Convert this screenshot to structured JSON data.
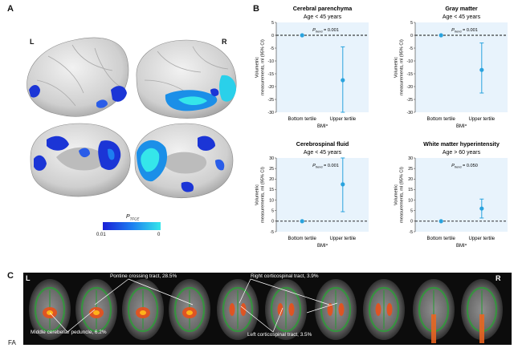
{
  "panel_a": {
    "letter": "A",
    "left_label": "L",
    "right_label": "R",
    "colorbar": {
      "title": "P",
      "title_sub": "TFCE",
      "min_label": "0.01",
      "max_label": "0",
      "color_low": "#1a1fd6",
      "color_high": "#35e6ea"
    }
  },
  "panel_b": {
    "letter": "B"
  },
  "panel_c": {
    "letter": "C",
    "left_label": "L",
    "right_label": "R",
    "fa_label": "FA",
    "tracts": [
      {
        "label": "Pontine crossing tract, 28.5%"
      },
      {
        "label": "Right corticospinal tract,   3.9%"
      },
      {
        "label": "Middle cerebellar peduncle, 6.2%"
      },
      {
        "label": "Left corticospinal tract,   3.5%"
      }
    ]
  },
  "colors": {
    "plot_bg": "#e8f3fc",
    "series": "#2aa3de",
    "reference": "#111111"
  },
  "chart_data": [
    {
      "type": "scatter",
      "title": "Cerebral parenchyma",
      "subtitle": "Age < 45 years",
      "ylabel": "Volumetric measurements, ml (95% CI)",
      "xlabel": "BMI",
      "xlabel_sub": "a",
      "categories": [
        "Bottom tertile",
        "Upper tertile"
      ],
      "estimates": [
        0,
        -17.5
      ],
      "ci_lower": [
        0,
        -30
      ],
      "ci_upper": [
        0,
        -4.5
      ],
      "ylim": [
        -30,
        5
      ],
      "yticks": [
        5,
        0,
        -5,
        -10,
        -15,
        -20,
        -25,
        -30
      ],
      "p_label": "P",
      "p_sub": "trend",
      "p_value": "= 0.001"
    },
    {
      "type": "scatter",
      "title": "Gray matter",
      "subtitle": "Age < 45 years",
      "ylabel": "Volumetric measurements, ml (95% CI)",
      "xlabel": "BMI",
      "xlabel_sub": "a",
      "categories": [
        "Bottom tertile",
        "Upper tertile"
      ],
      "estimates": [
        0,
        -13.5
      ],
      "ci_lower": [
        0,
        -22.5
      ],
      "ci_upper": [
        0,
        -3
      ],
      "ylim": [
        -30,
        5
      ],
      "yticks": [
        5,
        0,
        -5,
        -10,
        -15,
        -20,
        -25,
        -30
      ],
      "p_label": "P",
      "p_sub": "trend",
      "p_value": "= 0.001"
    },
    {
      "type": "scatter",
      "title": "Cerebrospinal fluid",
      "subtitle": "Age < 45 years",
      "ylabel": "Volumetric measurements, ml (95% CI)",
      "xlabel": "BMI",
      "xlabel_sub": "a",
      "categories": [
        "Bottom tertile",
        "Upper tertile"
      ],
      "estimates": [
        0,
        17.5
      ],
      "ci_lower": [
        0,
        4.5
      ],
      "ci_upper": [
        0,
        30
      ],
      "ylim": [
        -5,
        30
      ],
      "yticks": [
        30,
        25,
        20,
        15,
        10,
        5,
        0,
        -5
      ],
      "p_label": "P",
      "p_sub": "trend",
      "p_value": "= 0.001"
    },
    {
      "type": "scatter",
      "title": "White matter hyperintensity",
      "subtitle": "Age > 60 years",
      "ylabel": "Volumetric measurements, ml (95% CI)",
      "xlabel": "BMI",
      "xlabel_sub": "a",
      "categories": [
        "Bottom tertile",
        "Upper tertile"
      ],
      "estimates": [
        0,
        6
      ],
      "ci_lower": [
        0,
        1.5
      ],
      "ci_upper": [
        0,
        10.5
      ],
      "ylim": [
        -5,
        30
      ],
      "yticks": [
        30,
        25,
        20,
        15,
        10,
        5,
        0,
        -5
      ],
      "p_label": "P",
      "p_sub": "trend",
      "p_value": "= 0.050"
    }
  ]
}
